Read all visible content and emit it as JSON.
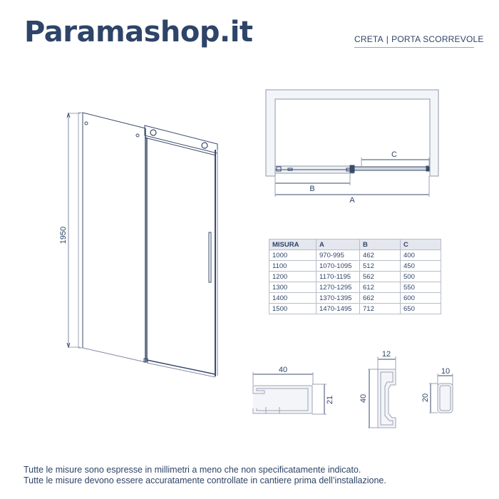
{
  "header": {
    "brand": "Paramashop.it",
    "subtitle_model": "CRETA",
    "subtitle_separator": "|",
    "subtitle_type": "PORTA SCORREVOLE"
  },
  "front_view": {
    "height_label": "1950"
  },
  "plan_view": {
    "labels": {
      "a": "A",
      "b": "B",
      "c": "C"
    }
  },
  "spec_table": {
    "columns": [
      "MISURA",
      "A",
      "B",
      "C"
    ],
    "rows": [
      [
        "1000",
        "970-995",
        "462",
        "400"
      ],
      [
        "1100",
        "1070-1095",
        "512",
        "450"
      ],
      [
        "1200",
        "1170-1195",
        "562",
        "500"
      ],
      [
        "1300",
        "1270-1295",
        "612",
        "550"
      ],
      [
        "1400",
        "1370-1395",
        "662",
        "600"
      ],
      [
        "1500",
        "1470-1495",
        "712",
        "650"
      ]
    ]
  },
  "profiles": [
    {
      "name": "wall-profile",
      "width": "40",
      "height": "21"
    },
    {
      "name": "door-profile",
      "width": "12",
      "height": "40"
    },
    {
      "name": "bottom-guide-profile",
      "width": "10",
      "height": "20"
    }
  ],
  "notes": [
    "Tutte le misure sono espresse in millimetri a meno che non specificatamente indicato.",
    "Tutte le misure devono essere accuratamente controllate in cantiere prima dell’installazione."
  ],
  "colors": {
    "brand": "#2e4468",
    "line": "#3a4a6b",
    "table_header_bg": "#e4e7ee",
    "table_border": "#b7bdc9"
  }
}
